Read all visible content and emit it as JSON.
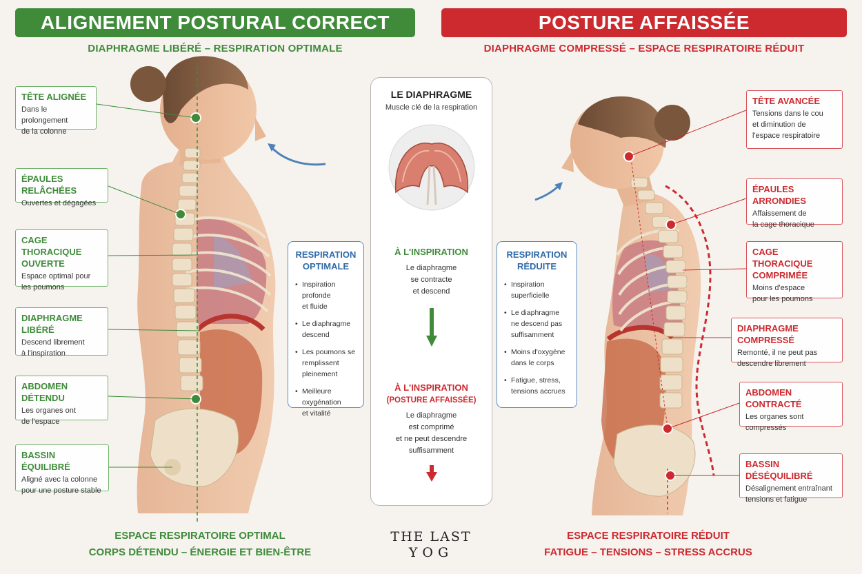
{
  "left": {
    "banner": "ALIGNEMENT POSTURAL CORRECT",
    "subtitle": "DIAPHRAGME LIBÉRÉ – RESPIRATION OPTIMALE",
    "callouts": [
      {
        "title": "TÊTE ALIGNÉE",
        "desc": [
          "Dans le prolongement",
          "de la colonne"
        ]
      },
      {
        "title": "ÉPAULES RELÂCHÉES",
        "desc": [
          "Ouvertes et dégagées"
        ]
      },
      {
        "title": [
          "CAGE THORACIQUE",
          "OUVERTE"
        ],
        "desc": [
          "Espace optimal pour",
          "les poumons"
        ]
      },
      {
        "title": "DIAPHRAGME LIBÉRÉ",
        "desc": [
          "Descend librement",
          "à l'inspiration"
        ]
      },
      {
        "title": "ABDOMEN DÉTENDU",
        "desc": [
          "Les organes ont",
          "de l'espace"
        ]
      },
      {
        "title": "BASSIN ÉQUILIBRÉ",
        "desc": [
          "Aligné avec la colonne",
          "pour une posture stable"
        ]
      }
    ],
    "info": {
      "title": [
        "RESPIRATION",
        "OPTIMALE"
      ],
      "items": [
        [
          "Inspiration profonde",
          "et fluide"
        ],
        [
          "Le diaphragme",
          "descend"
        ],
        [
          "Les poumons se",
          "remplissent",
          "pleinement"
        ],
        [
          "Meilleure oxygénation",
          "et vitalité"
        ]
      ]
    },
    "footer": [
      "ESPACE RESPIRATOIRE OPTIMAL",
      "CORPS DÉTENDU – ÉNERGIE ET BIEN-ÊTRE"
    ]
  },
  "right": {
    "banner": "POSTURE AFFAISSÉE",
    "subtitle": "DIAPHRAGME COMPRESSÉ – ESPACE RESPIRATOIRE RÉDUIT",
    "callouts": [
      {
        "title": "TÊTE AVANCÉE",
        "desc": [
          "Tensions dans le cou",
          "et diminution de",
          "l'espace respiratoire"
        ]
      },
      {
        "title": "ÉPAULES ARRONDIES",
        "desc": [
          "Affaissement de",
          "la cage thoracique"
        ]
      },
      {
        "title": [
          "CAGE THORACIQUE",
          "COMPRIMÉE"
        ],
        "desc": [
          "Moins d'espace",
          "pour les poumons"
        ]
      },
      {
        "title": "DIAPHRAGME COMPRESSÉ",
        "desc": [
          "Remonté, il ne peut pas",
          "descendre librement"
        ]
      },
      {
        "title": "ABDOMEN CONTRACTÉ",
        "desc": [
          "Les organes sont",
          "compressés"
        ]
      },
      {
        "title": "BASSIN DÉSÉQUILIBRÉ",
        "desc": [
          "Désalignement entraînant",
          "tensions et fatigue"
        ]
      }
    ],
    "info": {
      "title": [
        "RESPIRATION",
        "RÉDUITE"
      ],
      "items": [
        [
          "Inspiration superficielle"
        ],
        [
          "Le diaphragme",
          "ne descend pas",
          "suffisamment"
        ],
        [
          "Moins d'oxygène",
          "dans le corps"
        ],
        [
          "Fatigue, stress,",
          "tensions accrues"
        ]
      ]
    },
    "footer": [
      "ESPACE RESPIRATOIRE RÉDUIT",
      "FATIGUE – TENSIONS – STRESS ACCRUS"
    ]
  },
  "center": {
    "title": "LE DIAPHRAGME",
    "subtitle": "Muscle clé de la respiration",
    "good_head": "À L'INSPIRATION",
    "good_body": [
      "Le diaphragme",
      "se contracte",
      "et descend"
    ],
    "bad_head": [
      "À L'INSPIRATION",
      "(POSTURE AFFAISSÉE)"
    ],
    "bad_body": [
      "Le diaphragme",
      "est comprimé",
      "et ne peut descendre",
      "suffisamment"
    ]
  },
  "brand": [
    "THE LAST",
    "YOG"
  ],
  "colors": {
    "green": "#3f8b3a",
    "red": "#cc2a2f",
    "blue": "#2f6aa8"
  }
}
